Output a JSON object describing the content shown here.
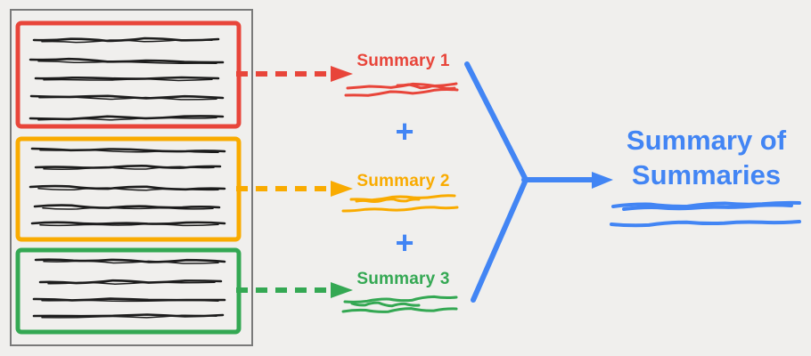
{
  "canvas": {
    "background": "#f0efed"
  },
  "colors": {
    "red": "#e8453a",
    "orange": "#f9ab00",
    "green": "#34a853",
    "blue": "#4285f4",
    "outline_gray": "#7a7a7a",
    "ink_black": "#1c1c1c"
  },
  "source_document": {
    "sections": [
      {
        "name": "section-1",
        "color_key": "red",
        "text_lines": 5
      },
      {
        "name": "section-2",
        "color_key": "orange",
        "text_lines": 5
      },
      {
        "name": "section-3",
        "color_key": "green",
        "text_lines": 4
      }
    ]
  },
  "summaries": [
    {
      "label": "Summary 1",
      "color_key": "red"
    },
    {
      "label": "Summary 2",
      "color_key": "orange"
    },
    {
      "label": "Summary 3",
      "color_key": "green"
    }
  ],
  "plus_signs": [
    "+",
    "+"
  ],
  "result": {
    "label": "Summary of Summaries",
    "color_key": "blue"
  }
}
